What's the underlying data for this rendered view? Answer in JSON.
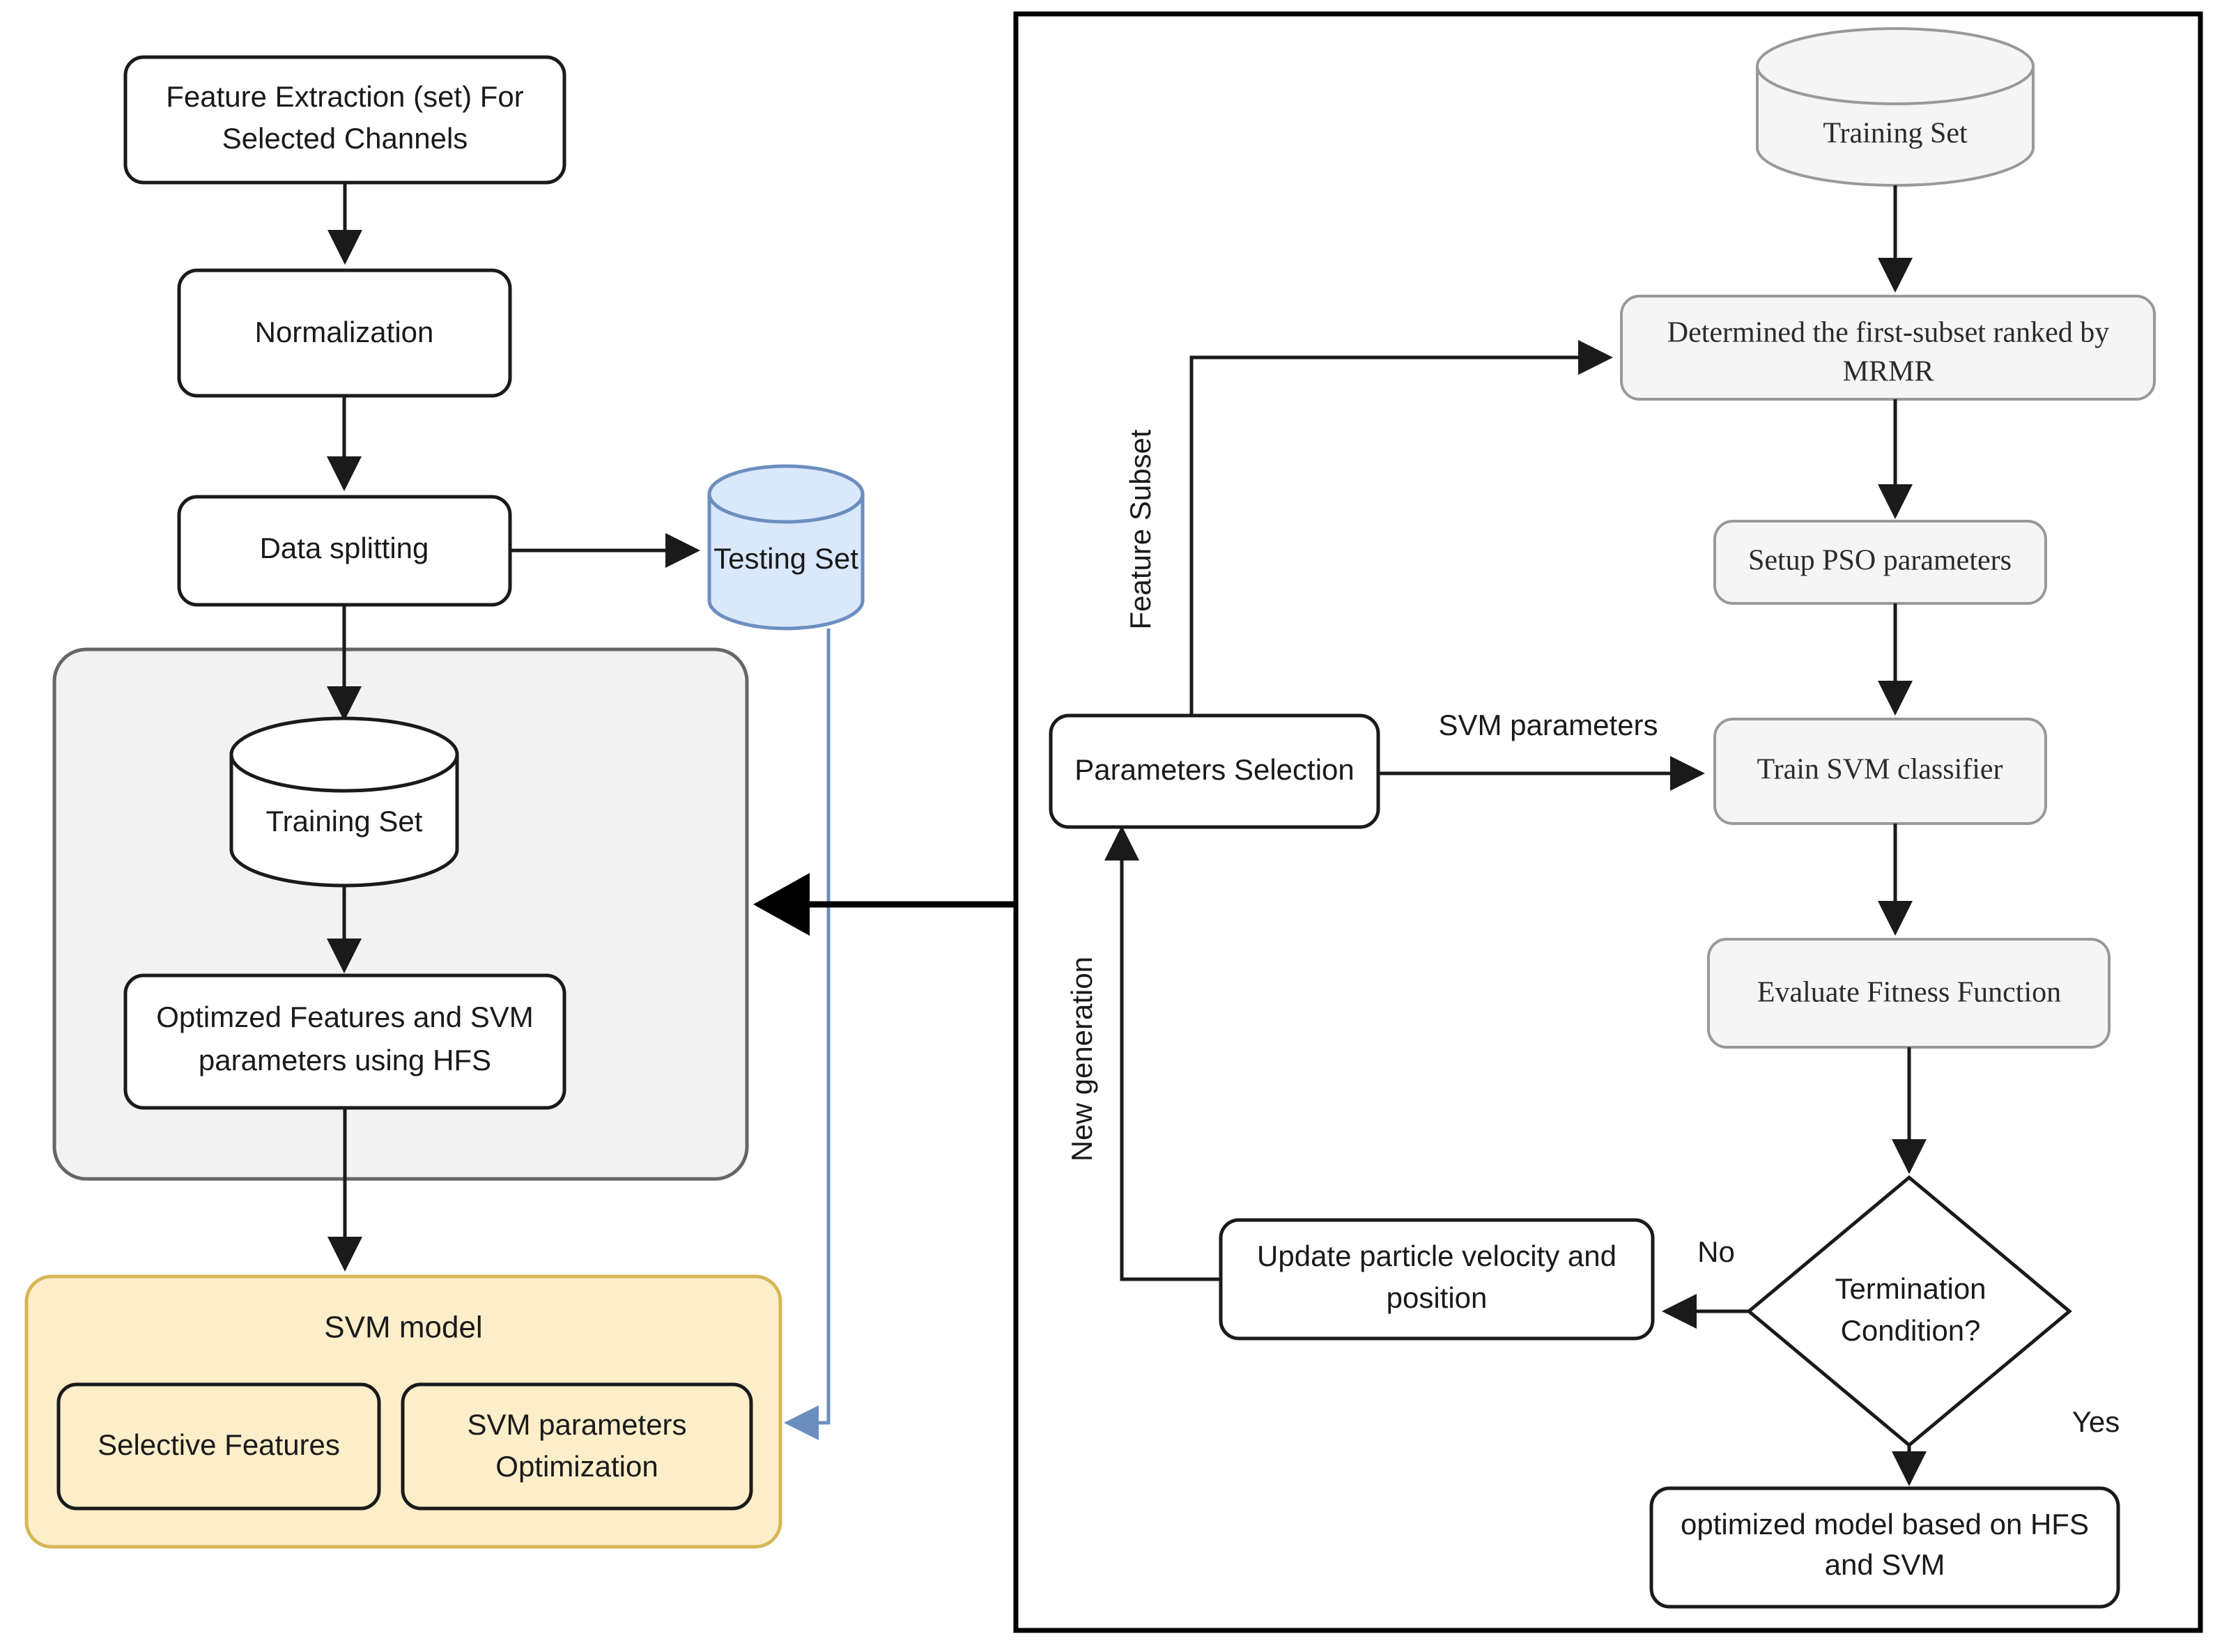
{
  "diagram": {
    "title": "HFS-SVM model flowchart",
    "colors": {
      "process_white_fill": "#ffffff",
      "process_gray_fill": "#f5f5f5",
      "container_gray_fill": "#f2f2f2",
      "svm_model_fill": "#fdeeca",
      "svm_model_stroke": "#d6b656",
      "testing_set_fill": "#dae8fc",
      "testing_set_stroke": "#6c8ebf",
      "edge_color": "#1a1a1a"
    }
  },
  "left_flow": {
    "feature_extraction": {
      "line1": "Feature Extraction (set) For",
      "line2": "Selected Channels"
    },
    "normalization": {
      "label": "Normalization"
    },
    "data_splitting": {
      "label": "Data splitting"
    },
    "testing_set": {
      "label": "Testing Set"
    },
    "training_set": {
      "label": "Training Set"
    },
    "optimized_features": {
      "line1": "Optimzed Features and SVM",
      "line2": "parameters using HFS"
    },
    "svm_model": {
      "title": "SVM model",
      "selective_features": {
        "label": "Selective Features"
      },
      "svm_parameters_optimization": {
        "line1": "SVM parameters",
        "line2": "Optimization"
      }
    }
  },
  "right_panel": {
    "training_set": {
      "label": "Training Set"
    },
    "mrmr": {
      "line1": "Determined the first-subset ranked by",
      "line2": "MRMR"
    },
    "setup_pso": {
      "label": "Setup PSO parameters"
    },
    "train_svm": {
      "label": "Train SVM classifier"
    },
    "evaluate_fitness": {
      "label": "Evaluate Fitness Function"
    },
    "termination": {
      "line1": "Termination",
      "line2": "Condition?"
    },
    "update_particle": {
      "line1": "Update particle velocity and",
      "line2": "position"
    },
    "parameters_selection": {
      "label": "Parameters Selection"
    },
    "optimized_model": {
      "line1": "optimized model based on HFS",
      "line2": "and SVM"
    },
    "edge_labels": {
      "feature_subset": "Feature Subset",
      "svm_parameters": "SVM parameters",
      "new_generation": "New generation",
      "no": "No",
      "yes": "Yes"
    }
  }
}
